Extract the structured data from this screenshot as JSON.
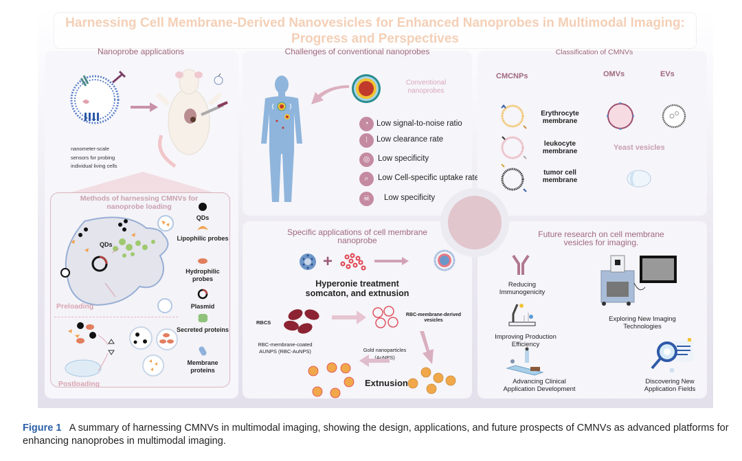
{
  "title": {
    "line1": "Harnessing Cell Membrane-Derived Nanovesicles for Enhanced Nanoprobes in Multimodal Imaging:",
    "line2": "Progress and Perspectives"
  },
  "colors": {
    "title": "#f4cfb6",
    "section_title": "#a0687c",
    "frame": "#e3e0ec",
    "panel": "#f6f5f9",
    "accent_pink": "#e2c6cd",
    "caption_label": "#2b5fa8",
    "body_blue": "#8fb5dc"
  },
  "nanoprobe_applications": {
    "title": "Nanoprobe applications",
    "description": [
      "nanometer-scale",
      "sensors for probing",
      "individual living cells"
    ],
    "icons": [
      "vesicle-icon",
      "mouse-icon",
      "syringe-icon",
      "antibody-icon"
    ]
  },
  "methods": {
    "title_line1": "Methods of harnessing CMNVs for",
    "title_line2": "nanoprobe loading",
    "qds_label": "QDs",
    "preloading": "Preloading",
    "postloading": "Postloading",
    "legend": [
      {
        "icon": "qd-icon",
        "label": "QDs"
      },
      {
        "icon": "lipophilic-probe-icon",
        "label": "Lipophilic probes"
      },
      {
        "icon": "hydrophilic-probe-icon",
        "label": "Hydrophilic probes"
      },
      {
        "icon": "plasmid-icon",
        "label": "Plasmid"
      },
      {
        "icon": "secreted-protein-icon",
        "label": "Secreted proteins"
      },
      {
        "icon": "membrane-protein-icon",
        "label": "Membrane proteins"
      }
    ]
  },
  "challenges": {
    "title": "Challenges of conventional nanoprobes",
    "probe_label_line1": "Conventional",
    "probe_label_line2": "nanoprobes",
    "items": [
      {
        "icon": "snr-icon",
        "label": "Low signal-to-noise ratio"
      },
      {
        "icon": "clearance-icon",
        "label": "Low clearance rate"
      },
      {
        "icon": "target-icon",
        "label": "Low specificity"
      },
      {
        "icon": "magnifier-cell-icon",
        "label": "Low Cell-specific uptake rate"
      },
      {
        "icon": "skull-icon",
        "label": "Low specificity"
      }
    ]
  },
  "classification": {
    "title": "Classification of CMNVs",
    "headers": [
      "CMCNPs",
      "OMVs",
      "EVs"
    ],
    "cmcnps": [
      {
        "line1": "Erythrocyte",
        "line2": "membrane"
      },
      {
        "line1": "leukocyte",
        "line2": "membrane"
      },
      {
        "line1": "tumor cell",
        "line2": "membrane"
      }
    ],
    "yeast_label": "Yeast vesicles"
  },
  "specific_applications": {
    "title_line1": "Specific applications of cell membrane",
    "title_line2": "nanoprobe",
    "treatment_line1": "Hyperonie treatment",
    "treatment_line2": "somcaton, and extnusion",
    "rbcs": "RBCS",
    "vesicles_line1": "RBC-membrane-derived",
    "vesicles_line2": "vesicles",
    "coated_line1": "RBC-membrane-coated",
    "coated_line2": "AUNPS (RBC-AuNPS)",
    "gold_line1": "Gold nanoparticles",
    "gold_line2": "(AuNPS)",
    "extrusion": "Extnusion"
  },
  "future": {
    "title_line1": "Future research on cell membrane",
    "title_line2": "vesicles for imaging.",
    "items": [
      {
        "icon": "antibody-icon",
        "line1": "Reducing",
        "line2": "Immunogenicity"
      },
      {
        "icon": "imaging-device-icon",
        "line1": "Exploring New Imaging",
        "line2": "Technologies"
      },
      {
        "icon": "robot-arm-icon",
        "line1": "Improving Production",
        "line2": "Efficiency"
      },
      {
        "icon": "hospital-bed-icon",
        "line1": "Advancing Clinical",
        "line2": "Application Development"
      },
      {
        "icon": "magnifier-document-icon",
        "line1": "Discovering New",
        "line2": "Application Fields"
      }
    ]
  },
  "caption": {
    "label": "Figure 1",
    "text": "A summary of harnessing CMNVs in multimodal imaging, showing the design, applications, and future prospects of CMNVs as advanced platforms for enhancing nanoprobes in multimodal imaging."
  }
}
